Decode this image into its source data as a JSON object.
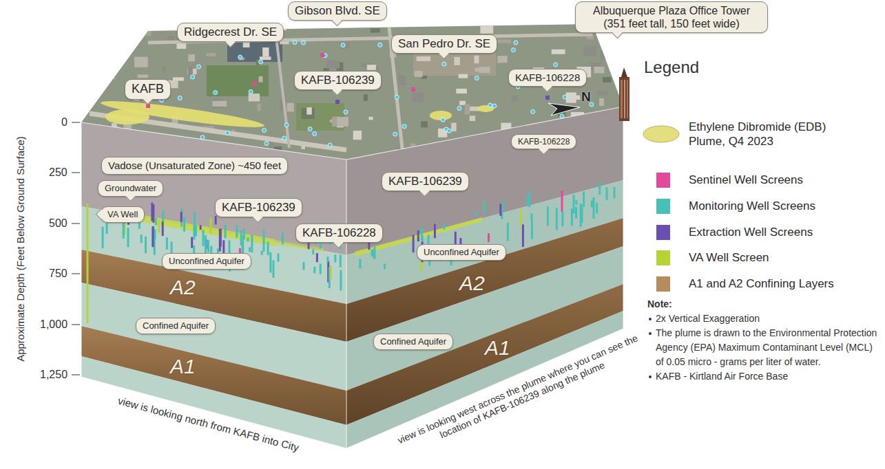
{
  "diagram": {
    "nodes": [
      {
        "text": [
          "Ridgecrest Dr. SE"
        ]
      },
      {
        "text": [
          "Gibson Blvd. SE"
        ]
      },
      {
        "text": [
          "San Pedro Dr. SE"
        ]
      },
      {
        "text": [
          "Albuquerque Plaza Office Tower (351 feet tall, 150 feet wide)"
        ]
      },
      {
        "text": [
          "KAFB"
        ]
      },
      {
        "text": [
          "KAFB-106239"
        ]
      },
      {
        "text": [
          "KAFB-106228"
        ]
      },
      {
        "text": [
          "Vadose (Unsaturated Zone) ~450 feet"
        ]
      },
      {
        "text": [
          "Groundwater"
        ]
      },
      {
        "text": [
          "VA Well"
        ]
      },
      {
        "text": [
          "KAFB-106239"
        ]
      },
      {
        "text": [
          "KAFB-106228"
        ]
      },
      {
        "text": [
          "Unconfined Aquifer"
        ]
      },
      {
        "text": [
          "Confined Aquifer"
        ]
      },
      {
        "text": [
          "KAFB-106239"
        ]
      },
      {
        "text": [
          "KAFB-106228"
        ]
      },
      {
        "text": [
          "Unconfined Aquifer"
        ]
      },
      {
        "text": [
          "Confined Aquifer"
        ]
      }
    ],
    "labels": [
      "0",
      "250",
      "500",
      "750",
      "1,000",
      "1,250",
      "Approximate Depth (Feet Below Ground Surface)",
      "A2",
      "A1",
      "A2",
      "A1",
      "N",
      "view is looking north from KAFB into City",
      "view is looking west across the plume where you can see the location of KAFB-106239 along the plume",
      "Legend",
      "Note:",
      "2x Vertical Exaggeration",
      "The plume is drawn to the Environmental Protection Agency (EPA) Maximum Contaminant Level (MCL) of 0.05 micro - grams per liter of water.",
      "KAFB - Kirtland Air Force Base"
    ],
    "legend": [
      {
        "text": "Ethylene Dibromide (EDB) Plume, Q4 2023",
        "color": "#e3df7e"
      },
      {
        "text": "Sentinel Well Screens",
        "color": "#e4489b"
      },
      {
        "text": "Monitoring Well Screens",
        "color": "#46c1b8"
      },
      {
        "text": "Extraction Well Screens",
        "color": "#6b4fb0"
      },
      {
        "text": "VA Well Screen",
        "color": "#b5d334"
      },
      {
        "text": "A1 and A2 Confining Layers",
        "color": "#b88b5c"
      }
    ]
  }
}
